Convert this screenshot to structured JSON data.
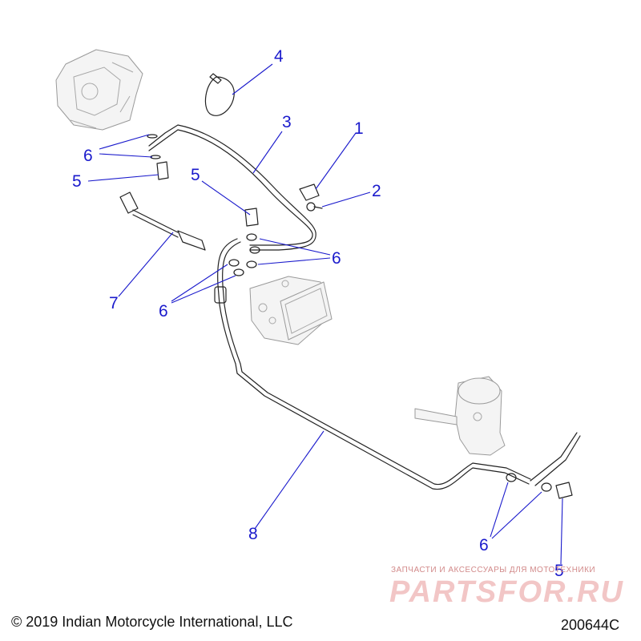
{
  "callouts": [
    {
      "id": "c1",
      "label": "1"
    },
    {
      "id": "c2",
      "label": "2"
    },
    {
      "id": "c3",
      "label": "3"
    },
    {
      "id": "c4",
      "label": "4"
    },
    {
      "id": "c5a",
      "label": "5"
    },
    {
      "id": "c5b",
      "label": "5"
    },
    {
      "id": "c5c",
      "label": "5"
    },
    {
      "id": "c6a",
      "label": "6"
    },
    {
      "id": "c6b",
      "label": "6"
    },
    {
      "id": "c6c",
      "label": "6"
    },
    {
      "id": "c6d",
      "label": "6"
    },
    {
      "id": "c7",
      "label": "7"
    },
    {
      "id": "c8",
      "label": "8"
    }
  ],
  "footer": {
    "copyright": "© 2019 Indian Motorcycle International, LLC",
    "diagram_code": "200644C"
  },
  "watermark": {
    "tagline": "ЗАПЧАСТИ И АКСЕССУАРЫ ДЛЯ МОТОТЕХНИКИ",
    "logo": "PARTSFOR.RU"
  },
  "colors": {
    "callout": "#1a1acc",
    "line": "#222222",
    "watermark": "#f2c6c6"
  }
}
